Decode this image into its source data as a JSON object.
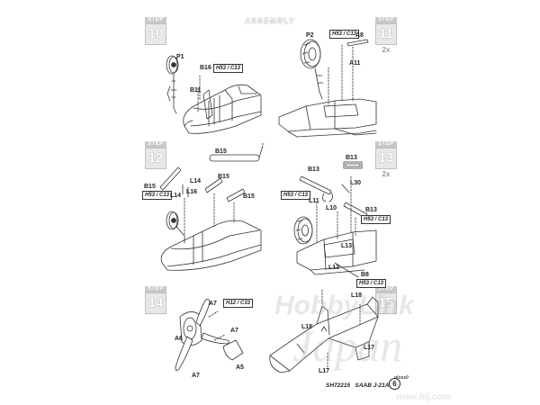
{
  "header": {
    "title": "ASSEMBLY"
  },
  "steps": [
    {
      "label": "STEP",
      "number": "10"
    },
    {
      "label": "STEP",
      "number": "11",
      "qty": "2x"
    },
    {
      "label": "STEP",
      "number": "12"
    },
    {
      "label": "STEP",
      "number": "13",
      "qty": "2x"
    },
    {
      "label": "STEP",
      "number": "14"
    },
    {
      "label": "STEP",
      "number": "15"
    }
  ],
  "parts": {
    "s10": {
      "p1": "P1",
      "b16": "B16",
      "b16_paint": "H53 / C13",
      "b11": "B11"
    },
    "s11": {
      "p2": "P2",
      "paint": "H53 / C13",
      "a8": "A8",
      "a11": "A11"
    },
    "s12": {
      "b15_top": "B15",
      "b15_mid": "B15",
      "b15_right": "B15",
      "b15_left": "B15",
      "paint": "H53 / C13",
      "l14a": "L14",
      "l14b": "L14",
      "l16": "L16"
    },
    "s13": {
      "b13_top": "B13",
      "b13_box": "B13",
      "paint_left": "H53 / C13",
      "l30": "L30",
      "l11": "L11",
      "l10": "L10",
      "b13_right": "B13",
      "paint_right": "H53 / C13",
      "l13a": "L13",
      "l13b": "L13",
      "b8": "B8",
      "paint_b8": "H53 / C13"
    },
    "s14": {
      "a7_top": "A7",
      "paint": "H12 / C33",
      "a7_right": "A7",
      "a6": "A6",
      "a5": "A5",
      "a7_bottom": "A7"
    },
    "s15": {
      "l18_top": "L18",
      "l18_mid": "L18",
      "l17_right": "L17",
      "l17_bottom": "L17"
    }
  },
  "footer": {
    "code": "SH72215",
    "model": "SAAB J-21A",
    "grade": "gloss0",
    "page": "6"
  },
  "watermark": {
    "brand": "HobbyLink",
    "country": "Japan",
    "url": "www.hlj.com"
  },
  "colors": {
    "step_header": "#c8c8c8",
    "step_box": "#e8e8e8",
    "line": "#333333"
  }
}
